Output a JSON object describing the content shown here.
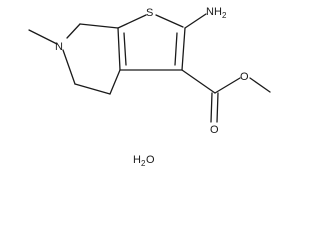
{
  "labels": {
    "sulfur": "S",
    "amino_main": "NH",
    "amino_sub": "2",
    "ring_nitrogen": "N",
    "ester_O1": "O",
    "ester_O2": "O",
    "water_H": "H",
    "water_sub": "2",
    "water_O": "O"
  }
}
